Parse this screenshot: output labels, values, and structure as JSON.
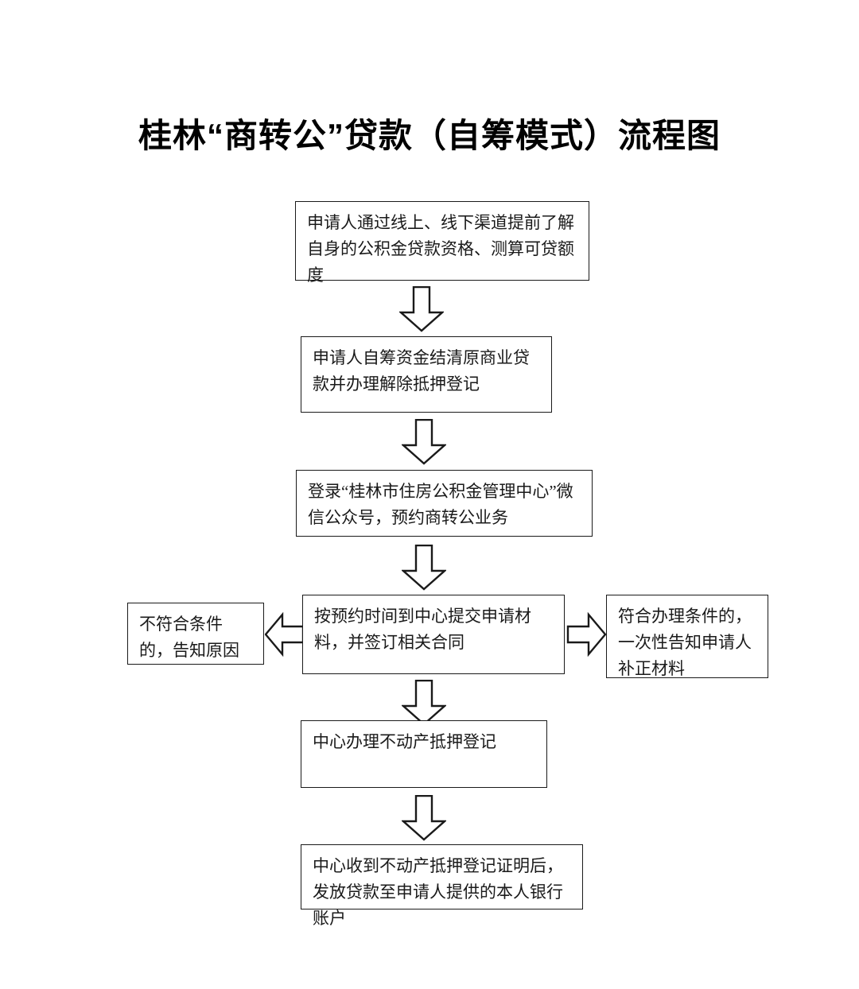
{
  "page": {
    "title": "桂林“商转公”贷款（自筹模式）流程图",
    "background_color": "#ffffff",
    "line_color": "#1a1a1a",
    "text_color": "#1a1a1a"
  },
  "flowchart": {
    "type": "flowchart",
    "orientation": "vertical",
    "nodes": [
      {
        "id": "n1",
        "text": "申请人通过线上、线下渠道提前了解自身的公积金贷款资格、测算可贷额度",
        "shape": "rectangle"
      },
      {
        "id": "n2",
        "text": "申请人自筹资金结清原商业贷款并办理解除抵押登记",
        "shape": "rectangle"
      },
      {
        "id": "n3",
        "text": "登录“桂林市住房公积金管理中心”微信公众号，预约商转公业务",
        "shape": "rectangle"
      },
      {
        "id": "n4",
        "text": "按预约时间到中心提交申请材料，并签订相关合同",
        "shape": "rectangle"
      },
      {
        "id": "nleft",
        "text": "不符合条件的，告知原因",
        "shape": "rectangle"
      },
      {
        "id": "nright",
        "text": "符合办理条件的，一次性告知申请人补正材料",
        "shape": "rectangle"
      },
      {
        "id": "n5",
        "text": "中心办理不动产抵押登记",
        "shape": "rectangle"
      },
      {
        "id": "n6",
        "text": "中心收到不动产抵押登记证明后，发放贷款至申请人提供的本人银行账户",
        "shape": "rectangle"
      }
    ],
    "edges": [
      {
        "id": "a1",
        "from": "n1",
        "to": "n2",
        "direction": "down",
        "style": "block-arrow"
      },
      {
        "id": "a2",
        "from": "n2",
        "to": "n3",
        "direction": "down",
        "style": "block-arrow"
      },
      {
        "id": "a3",
        "from": "n3",
        "to": "n4",
        "direction": "down",
        "style": "block-arrow"
      },
      {
        "id": "aL",
        "from": "n4",
        "to": "nleft",
        "direction": "left",
        "style": "block-arrow"
      },
      {
        "id": "aR",
        "from": "n4",
        "to": "nright",
        "direction": "right",
        "style": "block-arrow"
      },
      {
        "id": "a4",
        "from": "n4",
        "to": "n5",
        "direction": "down",
        "style": "block-arrow"
      },
      {
        "id": "a5",
        "from": "n5",
        "to": "n6",
        "direction": "down",
        "style": "block-arrow"
      }
    ]
  }
}
